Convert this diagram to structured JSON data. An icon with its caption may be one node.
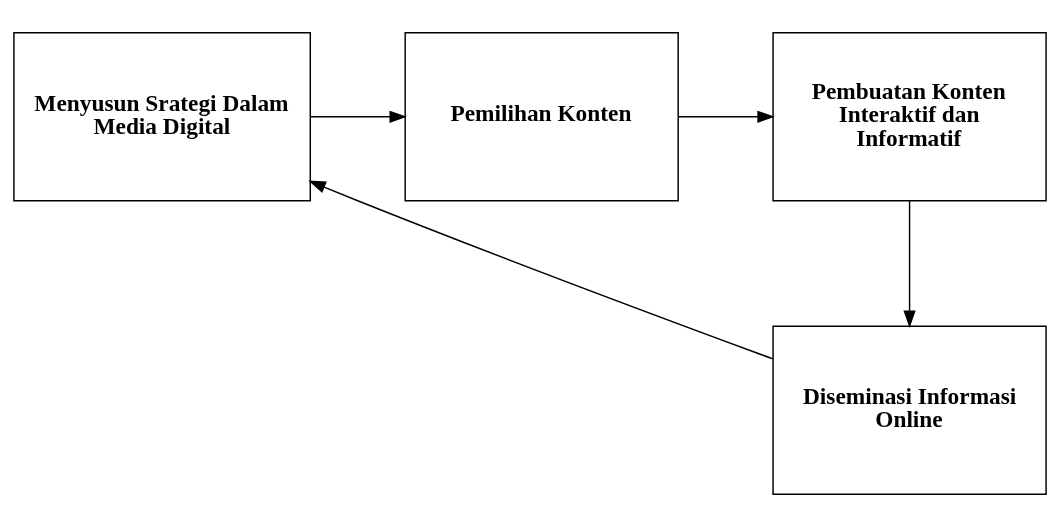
{
  "diagram": {
    "nodes": [
      {
        "text": [
          "Menyusun Srategi Dalam Media Digital"
        ]
      },
      {
        "text": [
          "Pemilihan Konten"
        ]
      },
      {
        "text": [
          "Pembuatan Konten Interaktif dan Informatif"
        ]
      },
      {
        "text": [
          "Diseminasi Informasi Online"
        ]
      }
    ],
    "edges": [
      {
        "from": 0,
        "to": 1,
        "arrow": "to"
      },
      {
        "from": 1,
        "to": 2,
        "arrow": "to"
      },
      {
        "from": 2,
        "to": 3,
        "arrow": "to"
      },
      {
        "from": 3,
        "to": 0,
        "arrow": "to"
      }
    ]
  }
}
